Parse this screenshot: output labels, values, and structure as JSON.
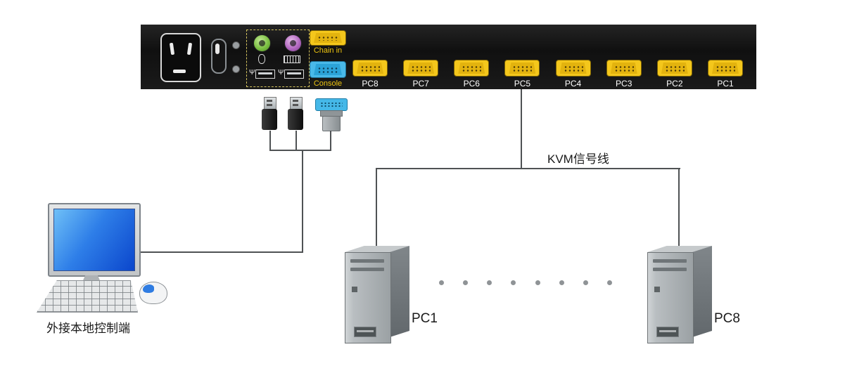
{
  "kvm": {
    "chain_in_label": "Chain in",
    "console_label": "Console",
    "pc_ports": [
      "PC8",
      "PC7",
      "PC6",
      "PC5",
      "PC4",
      "PC3",
      "PC2",
      "PC1"
    ]
  },
  "cables": {
    "kvm_cable_label": "KVM信号线"
  },
  "console": {
    "label": "外接本地控制端"
  },
  "computers": {
    "pc1_label": "PC1",
    "pc8_label": "PC8"
  },
  "colors": {
    "switch_body": "#161616",
    "vga_yellow": "#f4c71c",
    "vga_cyan": "#49b9e9",
    "ps2_green": "#7cc043",
    "ps2_purple": "#b268c0",
    "screen_blue": "#2e7ee8",
    "cable_line": "#4f5254"
  }
}
